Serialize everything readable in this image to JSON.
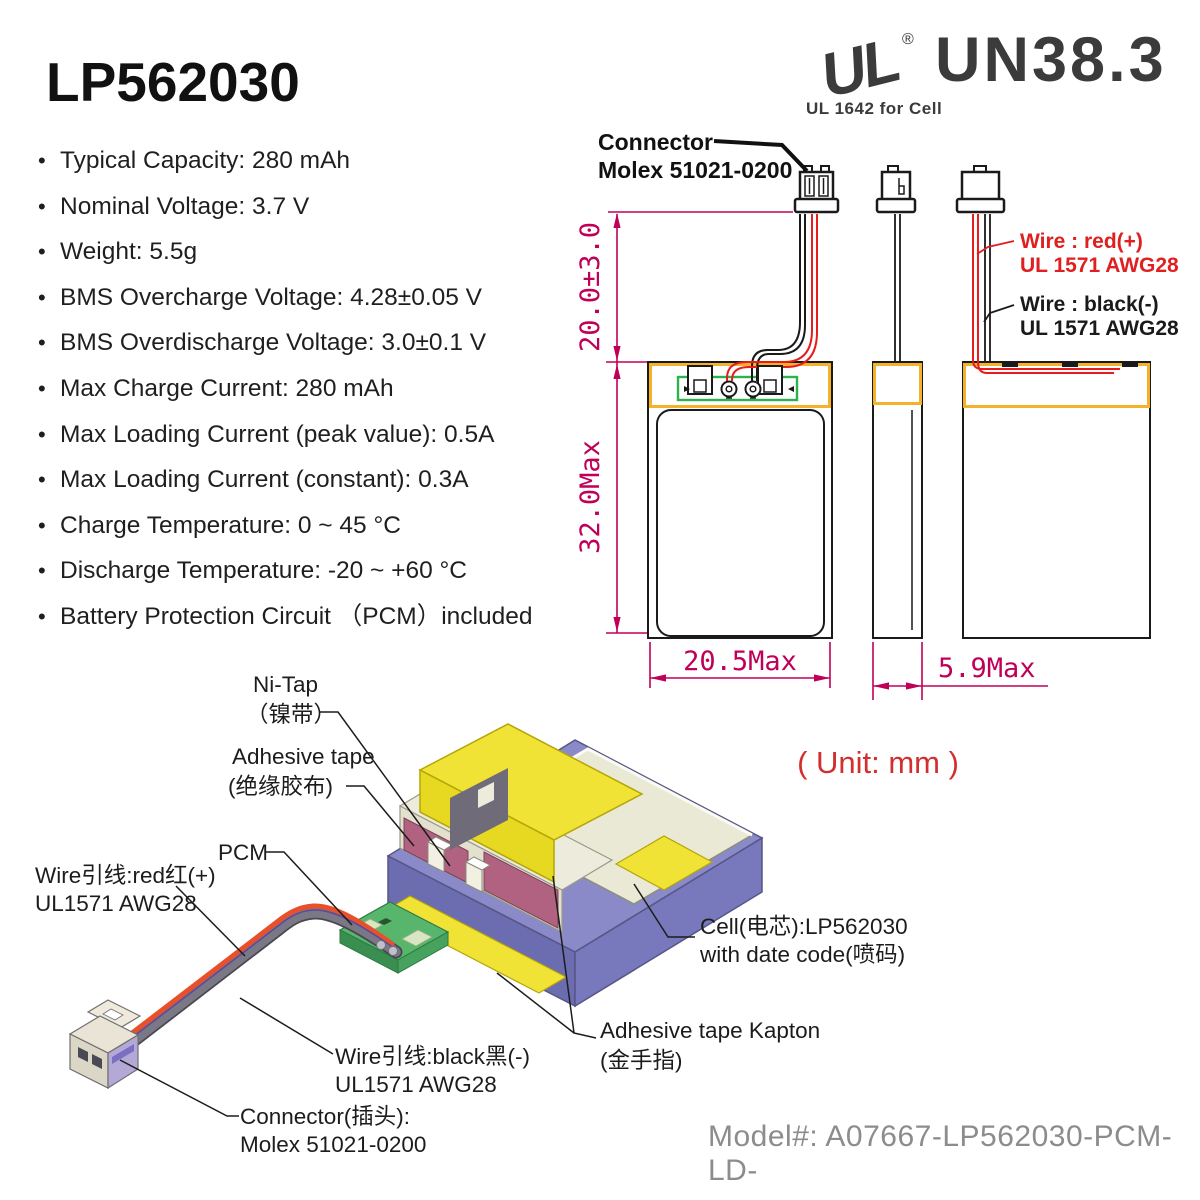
{
  "title": "LP562030",
  "certs": {
    "ul_mark": "UL",
    "registered": "®",
    "ul_text": "UL 1642 for Cell",
    "un_text": "UN38.3"
  },
  "specs": {
    "items": [
      "Typical Capacity: 280 mAh",
      "Nominal Voltage: 3.7 V",
      "Weight: 5.5g",
      "BMS Overcharge Voltage: 4.28±0.05 V",
      "BMS Overdischarge Voltage: 3.0±0.1 V",
      "Max Charge Current: 280 mAh",
      "Max Loading Current (peak value): 0.5A",
      "Max Loading Current (constant): 0.3A",
      "Charge Temperature: 0 ~ 45 °C",
      "Discharge Temperature: -20 ~ +60 °C",
      "Battery Protection Circuit （PCM）included"
    ]
  },
  "drawing": {
    "connector_label_1": "Connector",
    "connector_label_2": "Molex 51021-0200",
    "dim_tab": "20.0±3.0",
    "dim_body": "32.0Max",
    "dim_width": "20.5Max",
    "dim_thickness": "5.9Max",
    "wire_red_1": "Wire : red(+)",
    "wire_red_2": "UL 1571 AWG28",
    "wire_black_1": "Wire : black(-)",
    "wire_black_2": "UL 1571 AWG28",
    "unit_note": "( Unit: mm )"
  },
  "exploded": {
    "ni_tap_1": "Ni-Tap",
    "ni_tap_2": "（镍带）",
    "adhesive_1": "Adhesive tape",
    "adhesive_2": "(绝缘胶布)",
    "pcm": "PCM",
    "wire_red_1": "Wire引线:red红(+)",
    "wire_red_2": "UL1571 AWG28",
    "wire_black_1": "Wire引线:black黑(-)",
    "wire_black_2": "UL1571 AWG28",
    "connector_1": "Connector(插头):",
    "connector_2": "Molex 51021-0200",
    "cell_1": "Cell(电芯):LP562030",
    "cell_2": "with date code(喷码)",
    "kapton_1": "Adhesive tape Kapton",
    "kapton_2": "(金手指)"
  },
  "footer": {
    "model": "Model#: A07667-LP562030-PCM-LD-"
  },
  "colors": {
    "dimension_crimson": "#c00058",
    "tape_outline_yellow": "#f3b229",
    "pcm_outline_green": "#2bb14d",
    "wire_red": "#e81c1c",
    "wire_black": "#1a1a1a",
    "unit_red": "#d32f2f",
    "model_gray": "#8c8c8c",
    "cell_purple": "#8a8ac9",
    "tape_yellow_3d": "#f0e335",
    "kapton_maroon": "#b16280",
    "pcm_green_3d": "#58b56c"
  }
}
